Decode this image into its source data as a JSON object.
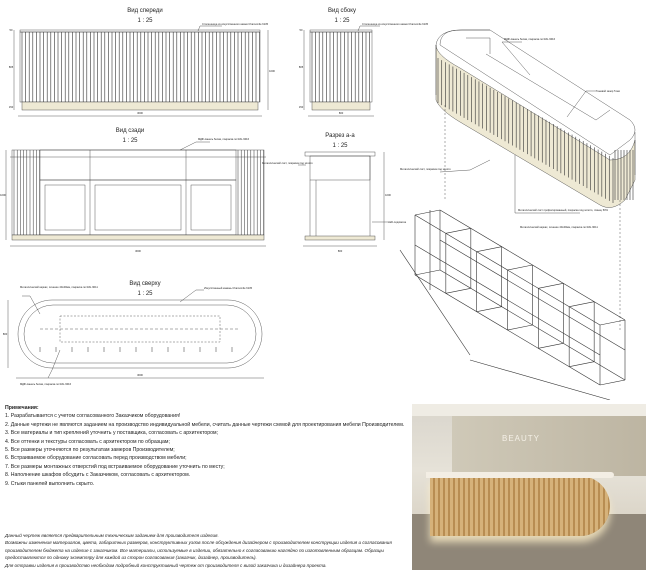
{
  "views": {
    "front": {
      "title": "Вид спереди",
      "scale": "1 : 25",
      "label": "Столешница из искусственного камня Chamomile 6135",
      "width_dim": "3000",
      "height_dim": "1000",
      "dims": [
        "50",
        "805",
        "150"
      ]
    },
    "side": {
      "title": "Вид сбоку",
      "scale": "1 : 25",
      "label": "Столешница из искусственного камня Chamomile 6135",
      "width_dim": "800",
      "dims": [
        "50",
        "805",
        "150"
      ]
    },
    "back": {
      "title": "Вид сзади",
      "scale": "1 : 25",
      "label": "МДФ-панель белая, покраска по RAL 9016",
      "width_dim": "3000",
      "height_dim": "1000"
    },
    "section": {
      "title": "Разрез  а-а",
      "scale": "1 : 25",
      "label_metal": "Металлический лист, покраска под золото",
      "label_led": "LED-подсветка",
      "width_dim": "800",
      "height_dim": "1000"
    },
    "top": {
      "title": "Вид сверху",
      "scale": "1 : 25",
      "label_frame": "Металлический каркас, сечение 40х40мм, покраска по RAL 9011",
      "label_stone": "Искусственный камень Chamomile 6135",
      "label_mdf": "МДФ-панель белая, покраска по RAL 9016",
      "width_dim": "3000",
      "depth_dim": "800"
    },
    "iso": {
      "label_mdf": "МДФ-панель белая, покраска по RAL 9016",
      "label_gap": "Теневой зазор 5 мм",
      "label_metal": "Металлический лист, покраска под золото",
      "label_profile": "Металлический лист профилированный, покраска под золото, глянец 50%",
      "label_frame": "Металлический каркас, сечение 40х40мм, покраска по RAL 9011"
    }
  },
  "notes": {
    "heading": "Примечания:",
    "items": [
      "1. Разрабатывается с учетом согласованного Заказчиком оборудования!",
      "2. Данные чертежи не являются заданием на производство индивидуальной мебели, считать данные чертежи схемой для проектирования мебели Производителем.",
      "3. Все материалы и тип креплений уточнить у поставщика, согласовать с архитектором;",
      "4. Все оттенки и текстуры согласовать с архитектором по образцам;",
      "5. Все  размеры уточняются по результатам замеров Производителем;",
      "6. Встраиваемое оборудование согласовать перед производством мебели;",
      "7. Все размеры монтажных отверстий под встраиваемое оборудование уточнить по месту;",
      "8. Наполнение шкафов обсудить с Заказчиком, согласовать с архитектором.",
      "9. Стыки панелей выполнить скрыто."
    ]
  },
  "disclaimer": [
    "Данный чертеж является предварительным техническим заданием для производителя изделия.",
    "Возможны изменения материалов, цвета, габаритных размеров, конструктивных узлов после обсуждения дизайнером с производителем конструкции изделия и согласования производителем бюджета на изделие с заказчиком. Все материалы, используемые в изделии, обязательно к согласованию наглядно по изготовленным образцам. Образцы предоставляются по одному экземпляру для каждой из сторон согласования (заказчик, дизайнер, производитель).",
    "Для отправки изделия в производство необходим подробный конструктивный чертеж от производителя с визой заказчика и дизайнера проекта."
  ],
  "photo": {
    "sign": "BEAUTY"
  },
  "colors": {
    "base": "#eee9d4",
    "slat": "#555555",
    "line": "#333333"
  }
}
